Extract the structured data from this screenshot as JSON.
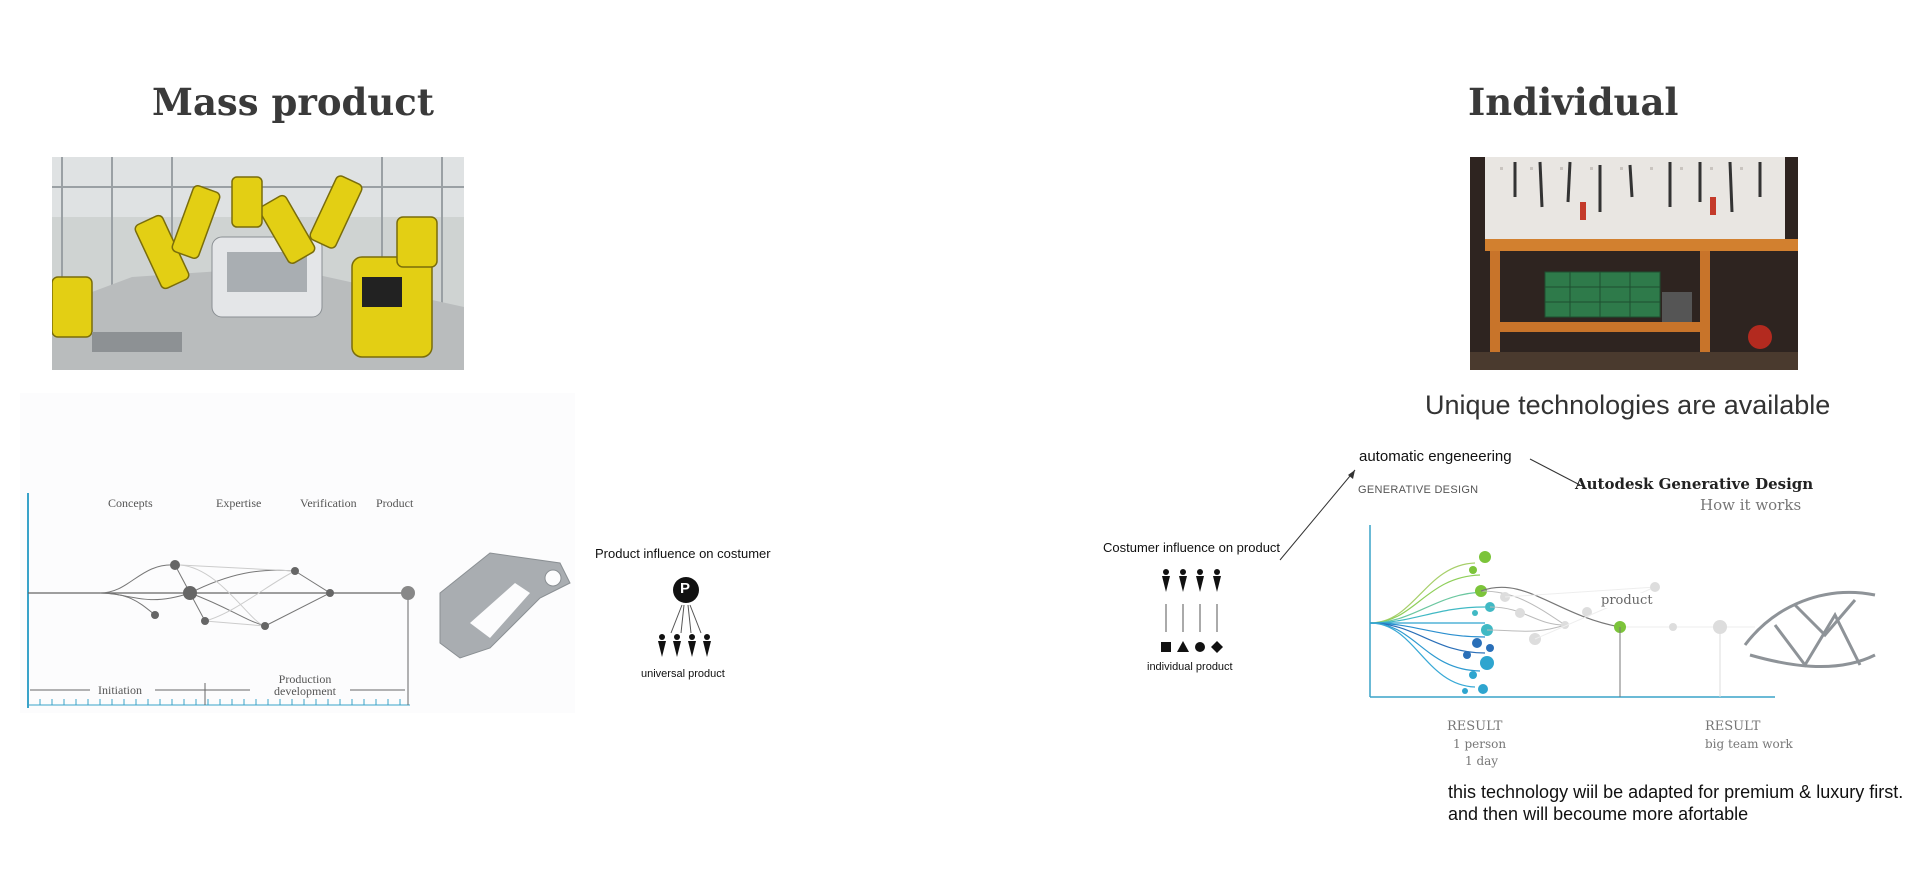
{
  "left": {
    "title": "Mass product",
    "diagram": {
      "stages": [
        "Concepts",
        "Expertise",
        "Verification",
        "Product"
      ],
      "phases": [
        "Initiation",
        "Production\ndevelopment"
      ]
    },
    "influence": {
      "caption": "Product influence on costumer",
      "badge": "P",
      "footer": "universal product"
    }
  },
  "right": {
    "title": "Individual",
    "subtitle": "Unique technologies are available",
    "annotation": "automatic engeneering",
    "generative": {
      "tag": "GENERATIVE DESIGN",
      "heading": "Autodesk Generative Design",
      "subheading": "How it works",
      "product_label": "product",
      "result_left": {
        "label": "RESULT",
        "detail1": "1 person",
        "detail2": "1 day"
      },
      "result_right": {
        "label": "RESULT",
        "detail1": "big team work"
      }
    },
    "influence": {
      "caption": "Costumer influence on product",
      "footer": "individual product"
    },
    "note_line1": "this technology wiil be adapted for premium & luxury first.",
    "note_line2": "and then will becoume more afortable"
  },
  "colors": {
    "accent_blue": "#3aa3c9",
    "accent_green": "#7cc43a",
    "robot_yellow": "#e8d11a",
    "bench_orange": "#c8742a"
  }
}
